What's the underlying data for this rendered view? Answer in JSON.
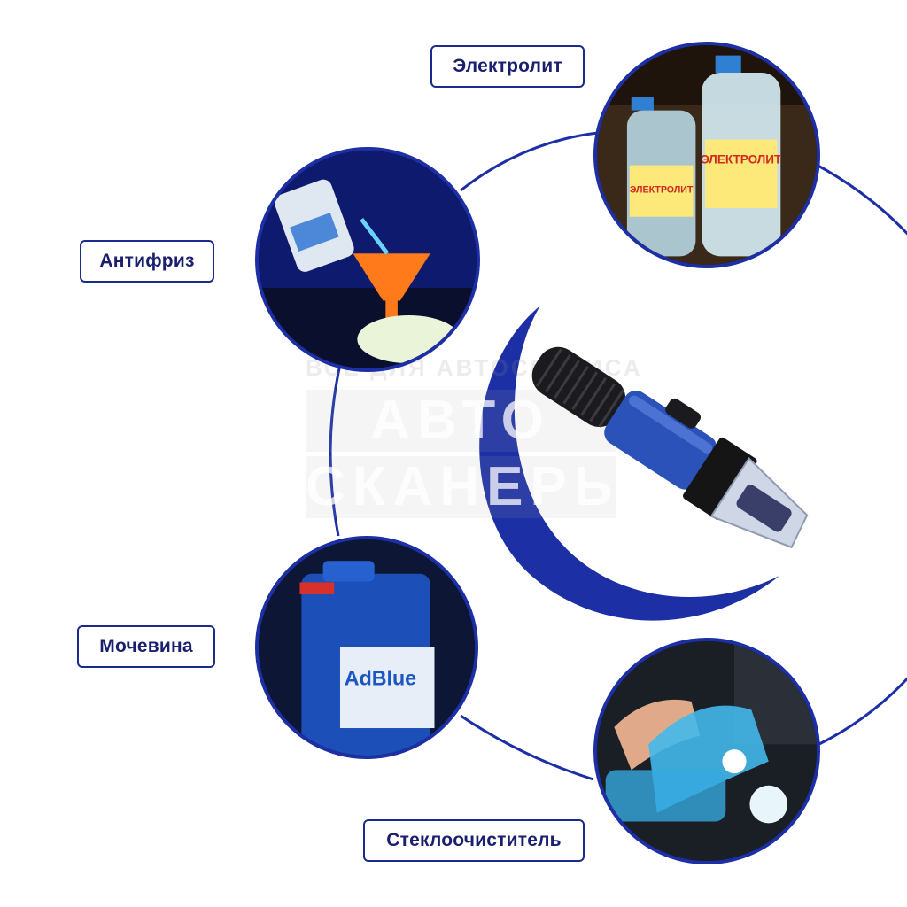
{
  "labels": {
    "electrolyte": "Электролит",
    "antifreeze": "Антифриз",
    "urea": "Мочевина",
    "washer": "Стеклоочиститель"
  },
  "products": {
    "electrolyte_bottle_text": "ЭЛЕКТРОЛИТ",
    "adblue_text": "AdBlue"
  },
  "watermark": {
    "line1": "ВСЁ ДЛЯ АВТОСЕРВИСА",
    "line2": "АВТО",
    "line3": "СКАНЕРЫ"
  },
  "colors": {
    "accent": "#1c2fa4",
    "label_text": "#1a1f6e",
    "background": "#ffffff"
  },
  "icons": {
    "center": "refractometer-image"
  }
}
